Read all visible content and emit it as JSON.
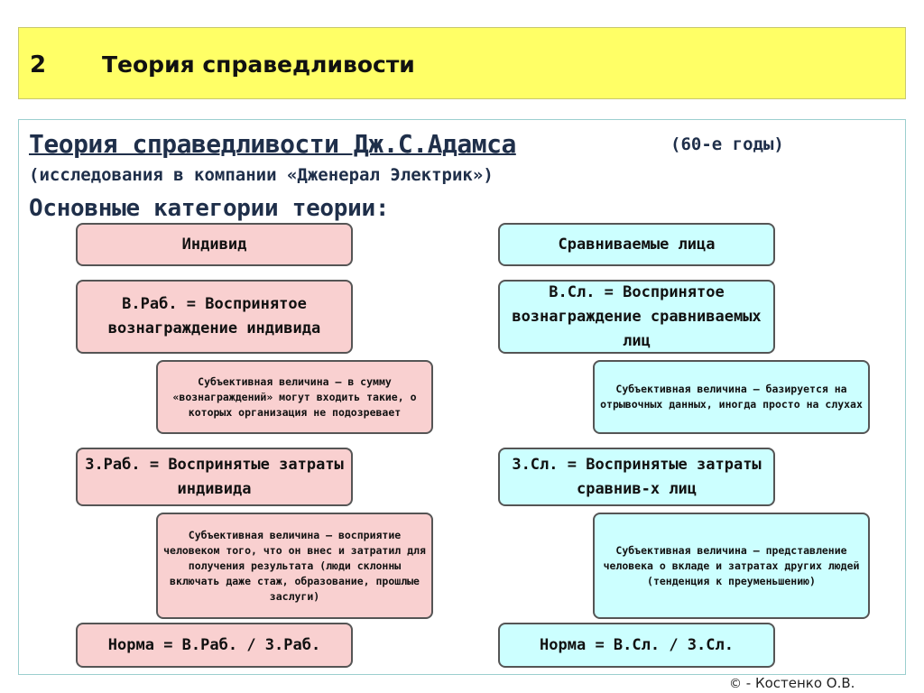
{
  "header": {
    "number": "2",
    "title": "Теория справедливости"
  },
  "heading": {
    "main": "Теория справедливости Дж.С.Адамса",
    "years": "(60-е годы)",
    "sub": "(исследования в компании «Дженерал Электрик»)",
    "categories": "Основные категории теории:"
  },
  "left": {
    "individual": "Индивид",
    "reward": "В.Раб. = Воспринятое вознаграждение индивида",
    "reward_note": "Субъективная величина – в сумму «вознаграждений» могут входить такие, о которых организация не подозревает",
    "costs": "З.Раб. = Воспринятые затраты индивида",
    "costs_note": "Субъективная величина – восприятие человеком того, что он внес и затратил для получения результата (люди склонны включать даже стаж, образование, прошлые заслуги)",
    "norm": "Норма = В.Раб. / З.Раб."
  },
  "right": {
    "compared": "Сравниваемые лица",
    "reward": "В.Сл. = Воспринятое вознаграждение сравниваемых лиц",
    "reward_note": "Субъективная величина – базируется на отрывочных данных, иногда просто на слухах",
    "costs": "З.Сл. = Воспринятые затраты сравнив-х лиц",
    "costs_note": "Субъективная величина – представление человека о вкладе и затратах других людей (тенденция к преуменьшению)",
    "norm": "Норма = В.Сл. / З.Сл."
  },
  "footer": {
    "copyright_symbol": "©",
    "author": " - Костенко О.В."
  }
}
